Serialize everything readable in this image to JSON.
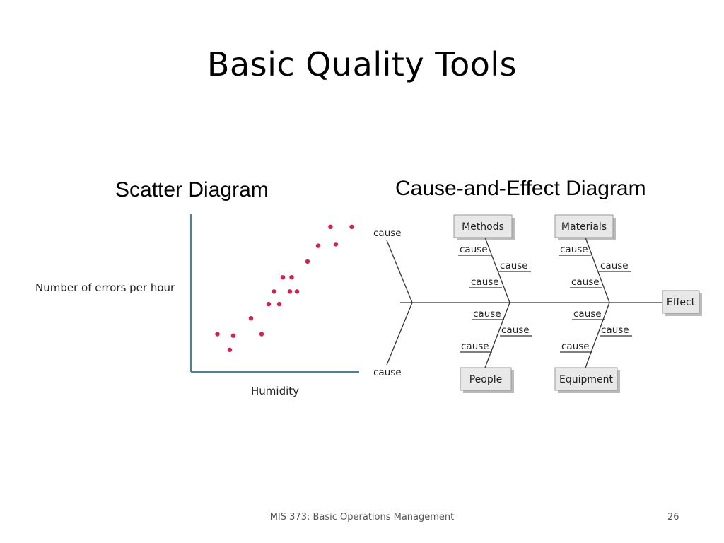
{
  "slide": {
    "title": "Basic Quality Tools",
    "footer": "MIS 373: Basic Operations Management",
    "page_number": "26"
  },
  "colors": {
    "axis": "#3c8a98",
    "point": "#d6204f",
    "box_fill": "#e8e8e8",
    "line": "#333333"
  },
  "scatter": {
    "heading": "Scatter Diagram",
    "ylabel": "Number of errors per hour",
    "xlabel": "Humidity"
  },
  "chart_data": {
    "type": "scatter",
    "title": "Scatter Diagram",
    "xlabel": "Humidity",
    "ylabel": "Number of errors per hour",
    "xlim": [
      0,
      10
    ],
    "ylim": [
      0,
      10
    ],
    "grid": false,
    "x": [
      1.5,
      2.2,
      2.4,
      3.4,
      4.0,
      4.4,
      4.7,
      5.0,
      5.2,
      5.6,
      5.7,
      6.0,
      6.6,
      7.2,
      7.9,
      8.2,
      9.1
    ],
    "y": [
      2.4,
      1.4,
      2.3,
      3.4,
      2.4,
      4.3,
      5.1,
      4.3,
      6.0,
      5.1,
      6.0,
      5.1,
      7.0,
      8.0,
      9.2,
      8.1,
      9.2
    ]
  },
  "fishbone": {
    "heading": "Cause-and-Effect Diagram",
    "effect": "Effect",
    "categories": [
      "Methods",
      "Materials",
      "People",
      "Equipment"
    ],
    "cause_label": "cause"
  }
}
